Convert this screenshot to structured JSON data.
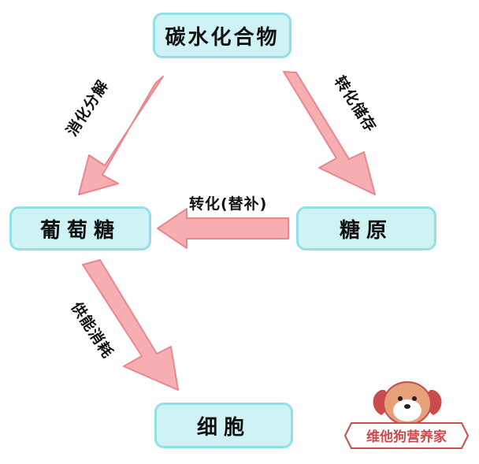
{
  "nodes": {
    "carbohydrate": "碳水化合物",
    "glucose": "葡萄糖",
    "glycogen": "糖原",
    "cell": "细胞"
  },
  "edges": {
    "carb_to_glucose": "消化分解",
    "carb_to_glycogen": "转化储存",
    "glycogen_to_glucose": "转化(替补)",
    "glucose_to_cell": "供能消耗"
  },
  "watermark": {
    "text": "维他狗营养家"
  },
  "colors": {
    "node_fill": "#cff3f5",
    "node_border": "#8fe0e7",
    "arrow_fill": "#f6aeb3",
    "arrow_stroke": "#e8878e",
    "text": "#111111"
  }
}
